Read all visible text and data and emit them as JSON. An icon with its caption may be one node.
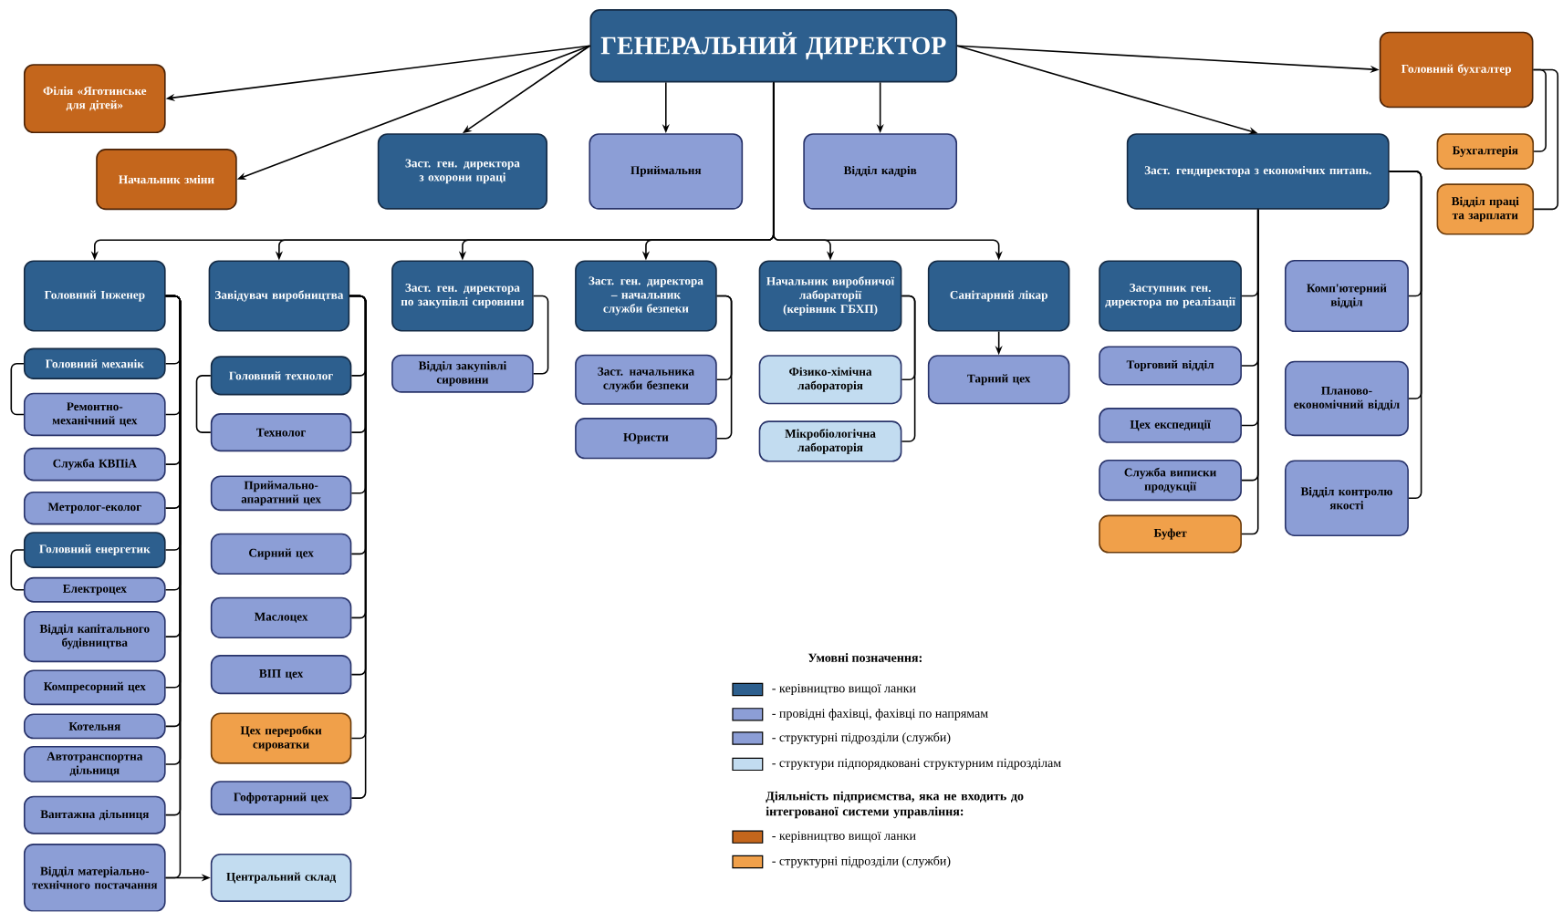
{
  "diagram": {
    "nodes": [
      {
        "text": [
          "ГЕНЕРАЛЬНИЙ ДИРЕКТОР"
        ]
      },
      {
        "text": [
          "Філія «Яготинське для дітей»"
        ]
      },
      {
        "text": [
          "Начальник зміни"
        ]
      },
      {
        "text": [
          "Заст. ген. директора з охорони праці"
        ]
      },
      {
        "text": [
          "Приймальня"
        ]
      },
      {
        "text": [
          "Відділ кадрів"
        ]
      },
      {
        "text": [
          "Головний бухгалтер"
        ]
      },
      {
        "text": [
          "Бухгалтерія"
        ]
      },
      {
        "text": [
          "Відділ праці та зарплати"
        ]
      },
      {
        "text": [
          "Заст. гендиректора з економічих питань."
        ]
      },
      {
        "text": [
          "Головний Інженер"
        ]
      },
      {
        "text": [
          "Завідувач виробництва"
        ]
      },
      {
        "text": [
          "Заст. ген. директора по закупівлі сировини"
        ]
      },
      {
        "text": [
          "Заст. ген. директора – начальник служби безпеки"
        ]
      },
      {
        "text": [
          "Начальник виробничої лабораторії (керівник ГБХП)"
        ]
      },
      {
        "text": [
          "Санітарний лікар"
        ]
      },
      {
        "text": [
          "Головний механік"
        ]
      },
      {
        "text": [
          "Ремонтно-механічний цех"
        ]
      },
      {
        "text": [
          "Служба КВПіА"
        ]
      },
      {
        "text": [
          "Метролог-еколог"
        ]
      },
      {
        "text": [
          "Головний енергетик"
        ]
      },
      {
        "text": [
          "Електроцех"
        ]
      },
      {
        "text": [
          "Відділ капітального будівництва"
        ]
      },
      {
        "text": [
          "Компресорний цех"
        ]
      },
      {
        "text": [
          "Котельня"
        ]
      },
      {
        "text": [
          "Автотранспортна дільниця"
        ]
      },
      {
        "text": [
          "Вантажна дільниця"
        ]
      },
      {
        "text": [
          "Відділ матеріально-технічного постачання"
        ]
      },
      {
        "text": [
          "Головний технолог"
        ]
      },
      {
        "text": [
          "Технолог"
        ]
      },
      {
        "text": [
          "Приймально-апаратний цех"
        ]
      },
      {
        "text": [
          "Сирний цех"
        ]
      },
      {
        "text": [
          "Маслоцех"
        ]
      },
      {
        "text": [
          "ВІП цех"
        ]
      },
      {
        "text": [
          "Цех переробки сироватки"
        ]
      },
      {
        "text": [
          "Гофротарний цех"
        ]
      },
      {
        "text": [
          "Центральний склад"
        ]
      },
      {
        "text": [
          "Відділ закупівлі сировини"
        ]
      },
      {
        "text": [
          "Заст. начальника служби безпеки"
        ]
      },
      {
        "text": [
          "Юристи"
        ]
      },
      {
        "text": [
          "Фізико-хімічна лабораторія"
        ]
      },
      {
        "text": [
          "Мікробіологічна лабораторія"
        ]
      },
      {
        "text": [
          "Тарний цех"
        ]
      },
      {
        "text": [
          "Заступник ген. директора по реалізації"
        ]
      },
      {
        "text": [
          "Торговий відділ"
        ]
      },
      {
        "text": [
          "Цех експедиції"
        ]
      },
      {
        "text": [
          "Служба виписки продукції"
        ]
      },
      {
        "text": [
          "Буфет"
        ]
      },
      {
        "text": [
          "Комп'ютерний відділ"
        ]
      },
      {
        "text": [
          "Планово-економічний відділ"
        ]
      },
      {
        "text": [
          "Відділ контролю якості"
        ]
      }
    ],
    "edges": [
      {
        "from": 0,
        "to": 1,
        "arrow": "to"
      },
      {
        "from": 0,
        "to": 2,
        "arrow": "to"
      },
      {
        "from": 0,
        "to": 3,
        "arrow": "to"
      },
      {
        "from": 0,
        "to": 4,
        "arrow": "to"
      },
      {
        "from": 0,
        "to": 5,
        "arrow": "to"
      },
      {
        "from": 0,
        "to": 6,
        "arrow": "to"
      },
      {
        "from": 0,
        "to": 9,
        "arrow": "to"
      },
      {
        "from": 0,
        "to": 10,
        "arrow": "to"
      },
      {
        "from": 0,
        "to": 11,
        "arrow": "to"
      },
      {
        "from": 0,
        "to": 12,
        "arrow": "to"
      },
      {
        "from": 0,
        "to": 13,
        "arrow": "to"
      },
      {
        "from": 0,
        "to": 14,
        "arrow": "to"
      },
      {
        "from": 0,
        "to": 15,
        "arrow": "to"
      },
      {
        "from": 15,
        "to": 42,
        "arrow": "to"
      },
      {
        "from": 6,
        "to": 7,
        "arrow": "none"
      },
      {
        "from": 6,
        "to": 8,
        "arrow": "none"
      },
      {
        "from": 9,
        "to": 43,
        "arrow": "none"
      },
      {
        "from": 9,
        "to": 44,
        "arrow": "none"
      },
      {
        "from": 9,
        "to": 45,
        "arrow": "none"
      },
      {
        "from": 9,
        "to": 46,
        "arrow": "none"
      },
      {
        "from": 9,
        "to": 47,
        "arrow": "none"
      },
      {
        "from": 9,
        "to": 48,
        "arrow": "none"
      },
      {
        "from": 9,
        "to": 49,
        "arrow": "none"
      },
      {
        "from": 9,
        "to": 50,
        "arrow": "none"
      },
      {
        "from": 10,
        "to": 16,
        "arrow": "none"
      },
      {
        "from": 10,
        "to": 17,
        "arrow": "none"
      },
      {
        "from": 10,
        "to": 18,
        "arrow": "none"
      },
      {
        "from": 10,
        "to": 19,
        "arrow": "none"
      },
      {
        "from": 10,
        "to": 20,
        "arrow": "none"
      },
      {
        "from": 10,
        "to": 21,
        "arrow": "none"
      },
      {
        "from": 10,
        "to": 22,
        "arrow": "none"
      },
      {
        "from": 10,
        "to": 23,
        "arrow": "none"
      },
      {
        "from": 10,
        "to": 24,
        "arrow": "none"
      },
      {
        "from": 10,
        "to": 25,
        "arrow": "none"
      },
      {
        "from": 10,
        "to": 26,
        "arrow": "none"
      },
      {
        "from": 10,
        "to": 27,
        "arrow": "none"
      },
      {
        "from": 16,
        "to": 17,
        "arrow": "none"
      },
      {
        "from": 20,
        "to": 21,
        "arrow": "none"
      },
      {
        "from": 27,
        "to": 36,
        "arrow": "to"
      },
      {
        "from": 11,
        "to": 28,
        "arrow": "none"
      },
      {
        "from": 11,
        "to": 29,
        "arrow": "none"
      },
      {
        "from": 11,
        "to": 30,
        "arrow": "none"
      },
      {
        "from": 11,
        "to": 31,
        "arrow": "none"
      },
      {
        "from": 11,
        "to": 32,
        "arrow": "none"
      },
      {
        "from": 11,
        "to": 33,
        "arrow": "none"
      },
      {
        "from": 11,
        "to": 34,
        "arrow": "none"
      },
      {
        "from": 11,
        "to": 35,
        "arrow": "none"
      },
      {
        "from": 28,
        "to": 29,
        "arrow": "none"
      },
      {
        "from": 12,
        "to": 37,
        "arrow": "none"
      },
      {
        "from": 13,
        "to": 38,
        "arrow": "none"
      },
      {
        "from": 13,
        "to": 39,
        "arrow": "none"
      },
      {
        "from": 14,
        "to": 40,
        "arrow": "none"
      },
      {
        "from": 14,
        "to": 41,
        "arrow": "none"
      }
    ],
    "labels": [
      "Умовні позначення:",
      "Діяльність підприємства, яка не входить до інтегрованої системи управління:"
    ],
    "legend": [
      {
        "text": "- керівництво вищої ланки",
        "color": "#2d5f8e"
      },
      {
        "text": "- провідні фахівці, фахівці по напрямам",
        "color": "#8c9ed6"
      },
      {
        "text": "- структурні підрозділи (служби)",
        "color": "#8c9ed6"
      },
      {
        "text": "- структури підпорядковані структурним підрозділам",
        "color": "#c2dcf0"
      },
      {
        "text": "- керівництво вищої ланки",
        "color": "#c4661c"
      },
      {
        "text": "- структурні підрозділи (служби)",
        "color": "#f0a04a"
      }
    ]
  }
}
